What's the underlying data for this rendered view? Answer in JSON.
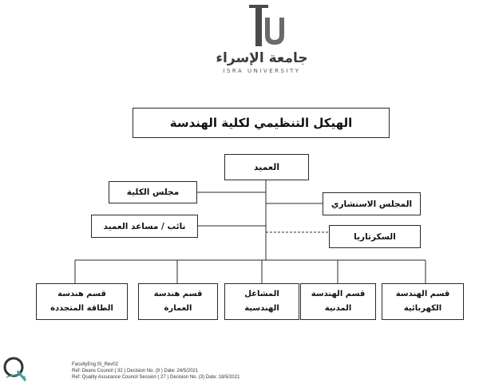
{
  "logo": {
    "arabic_name": "جامعة الإسراء",
    "english_name": "ISRA UNIVERSITY"
  },
  "title": "الهيكل التنظيمي لكلية الهندسة",
  "boxes": {
    "dean": "العميد",
    "faculty_council": "مجلس الكلية",
    "advisory_council": "المجلس الاستشاري",
    "vice_dean": "نائب / مساعد العميد",
    "secretary": "السكرتاريا"
  },
  "departments": [
    {
      "line1": "قسم الهندسة",
      "line2": "الكهربائية"
    },
    {
      "line1": "قسم الهندسة",
      "line2": "المدنية"
    },
    {
      "line1": "المشاغل",
      "line2": "الهندسية"
    },
    {
      "line1": "قسم هندسة",
      "line2": "العمارة"
    },
    {
      "line1": "قسم هندسة",
      "line2": "الطاقة المتجددة"
    }
  ],
  "footer": {
    "ref_code": "FacultyEng.St_Rev02",
    "line2": "Ref: Deans Council ( 32 ) Decision No. (9 ) Date: 24/5/2021",
    "line3": "Ref: Quality Assurance Council Session ( 27 ) Decision No. (3) Date: 18/5/2021"
  },
  "colors": {
    "line": "#2a2a2a",
    "logo_gray": "#5a5a5a",
    "footer_teal": "#3aa6a0"
  }
}
